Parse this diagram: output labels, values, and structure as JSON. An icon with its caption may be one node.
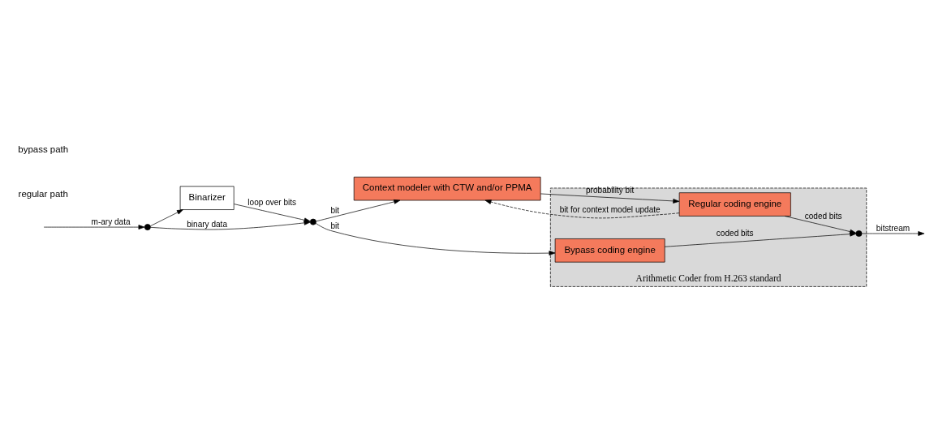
{
  "diagram": {
    "nodes": [
      {
        "text": [],
        "shape": "circle"
      },
      {
        "text": [
          "Binarizer"
        ]
      },
      {
        "text": [],
        "shape": "circle"
      },
      {
        "text": [
          "Context modeler with CTW and/or PPMA"
        ]
      },
      {
        "text": [
          "Arithmetic Coder from H.263 standard"
        ]
      },
      {
        "text": [
          "Regular coding engine"
        ],
        "in": 4
      },
      {
        "text": [
          "Bypass coding engine"
        ],
        "in": 4
      },
      {
        "text": [],
        "shape": "circle",
        "in": 4
      }
    ],
    "edges": [
      {
        "from": null,
        "to": 0,
        "arrow": "to",
        "label": "m-ary data"
      },
      {
        "from": 0,
        "to": 1,
        "arrow": "to"
      },
      {
        "from": 0,
        "to": 2,
        "arrow": "to",
        "label": "binary data"
      },
      {
        "from": 1,
        "to": 2,
        "arrow": "to",
        "label": "loop over bits"
      },
      {
        "from": 2,
        "to": 3,
        "arrow": "to",
        "label": "bit"
      },
      {
        "from": 2,
        "to": 6,
        "arrow": "to",
        "label": "bit"
      },
      {
        "from": 3,
        "to": 5,
        "arrow": "to",
        "label": "probability bit"
      },
      {
        "from": 5,
        "to": 7,
        "arrow": "to",
        "label": "coded bits"
      },
      {
        "from": 6,
        "to": 7,
        "arrow": "to",
        "label": "coded bits"
      },
      {
        "from": 5,
        "to": 3,
        "arrow": "to",
        "label": "bit for context model update",
        "style": "dashed"
      },
      {
        "from": 7,
        "to": null,
        "arrow": "to",
        "label": "bitstream"
      }
    ],
    "labels": [
      "regular path",
      "bypass path"
    ]
  }
}
